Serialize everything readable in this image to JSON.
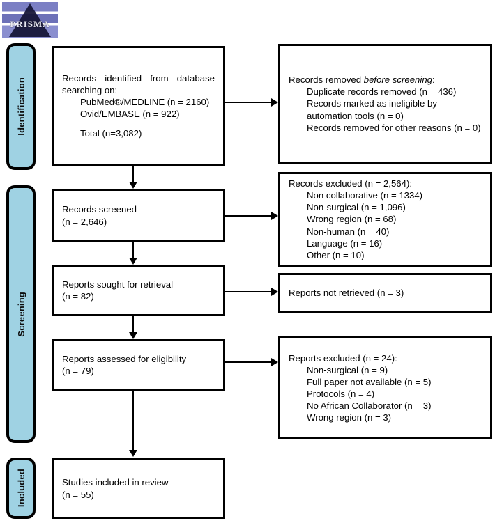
{
  "logo": {
    "alt": "prisma-logo",
    "text": "PRISMA"
  },
  "stages": [
    {
      "id": "identification",
      "label": "Identification"
    },
    {
      "id": "screening",
      "label": "Screening"
    },
    {
      "id": "included",
      "label": "Included"
    }
  ],
  "boxes": {
    "records_identified": {
      "lines": [
        "Records identified from database",
        "searching on:",
        "PubMed®/MEDLINE (n = 2160)",
        "Ovid/EMBASE (n = 922)",
        "",
        "Total (n=3,082)"
      ]
    },
    "records_removed": {
      "heading_prefix": "Records removed ",
      "heading_italic": "before screening",
      "heading_suffix": ":",
      "lines": [
        "Duplicate records removed (n = 436)",
        "Records marked as ineligible by",
        "automation tools (n = 0)",
        "Records removed for other reasons (n = 0)"
      ]
    },
    "records_screened": {
      "lines": [
        "Records screened",
        "(n = 2,646)"
      ]
    },
    "records_excluded": {
      "heading": "Records excluded (n = 2,564):",
      "lines": [
        "Non collaborative (n = 1334)",
        "Non-surgical (n = 1,096)",
        "Wrong region (n = 68)",
        "Non-human (n = 40)",
        "Language (n = 16)",
        "Other (n = 10)"
      ]
    },
    "reports_sought": {
      "lines": [
        "Reports sought for retrieval",
        "(n = 82)"
      ]
    },
    "reports_not_retrieved": {
      "lines": [
        "Reports not retrieved (n = 3)"
      ]
    },
    "reports_assessed": {
      "lines": [
        "Reports assessed for eligibility",
        "(n = 79)"
      ]
    },
    "reports_excluded": {
      "heading": "Reports excluded (n = 24):",
      "lines": [
        "Non-surgical (n = 9)",
        "Full paper not available (n = 5)",
        "Protocols (n = 4)",
        "No African Collaborator (n = 3)",
        "Wrong region (n = 3)"
      ]
    },
    "studies_included": {
      "lines": [
        "Studies included in review",
        "(n = 55)"
      ]
    }
  },
  "colors": {
    "stage_tab_fill": "#9fd2e3",
    "border": "#000000",
    "background": "#ffffff"
  },
  "chart_data": {
    "type": "flow-diagram",
    "title": "PRISMA 2020 flow diagram",
    "nodes": [
      {
        "stage": "Identification",
        "label": "Records identified from database searching on: PubMed®/MEDLINE (n = 2160); Ovid/EMBASE (n = 922); Total (n=3,082)",
        "value": 3082
      },
      {
        "stage": "Identification",
        "label": "Records removed before screening: Duplicate records removed (n = 436); Records marked as ineligible by automation tools (n = 0); Records removed for other reasons (n = 0)",
        "value": 436
      },
      {
        "stage": "Screening",
        "label": "Records screened",
        "value": 2646
      },
      {
        "stage": "Screening",
        "label": "Records excluded",
        "value": 2564
      },
      {
        "stage": "Screening",
        "label": "Reports sought for retrieval",
        "value": 82
      },
      {
        "stage": "Screening",
        "label": "Reports not retrieved",
        "value": 3
      },
      {
        "stage": "Screening",
        "label": "Reports assessed for eligibility",
        "value": 79
      },
      {
        "stage": "Screening",
        "label": "Reports excluded",
        "value": 24
      },
      {
        "stage": "Included",
        "label": "Studies included in review",
        "value": 55
      }
    ],
    "exclusion_breakdowns": {
      "records_excluded_2564": {
        "Non collaborative": 1334,
        "Non-surgical": 1096,
        "Wrong region": 68,
        "Non-human": 40,
        "Language": 16,
        "Other": 10
      },
      "reports_excluded_24": {
        "Non-surgical": 9,
        "Full paper not available": 5,
        "Protocols": 4,
        "No African Collaborator": 3,
        "Wrong region": 3
      },
      "records_removed_before_screening": {
        "Duplicate records removed": 436,
        "Records marked as ineligible by automation tools": 0,
        "Records removed for other reasons": 0
      }
    }
  }
}
